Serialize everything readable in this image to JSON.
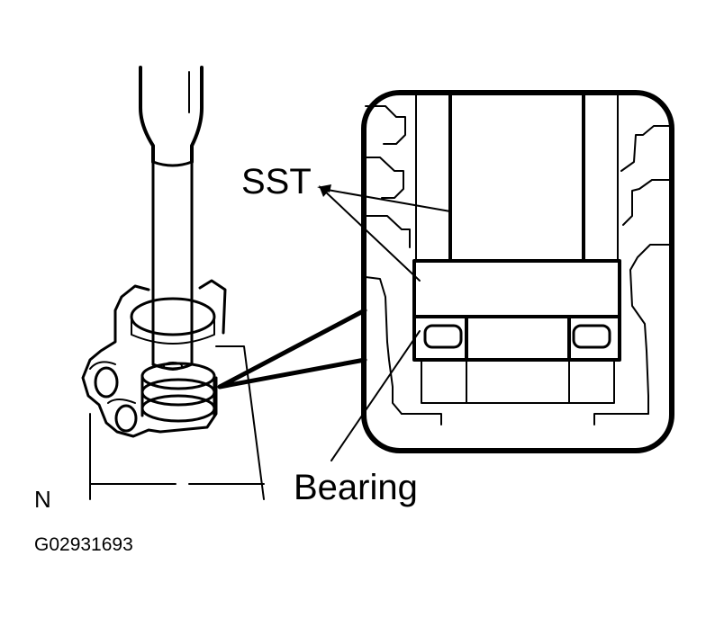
{
  "labels": {
    "sst": "SST",
    "bearing": "Bearing",
    "view_letter": "N",
    "figure_code": "G02931693"
  },
  "colors": {
    "ink": "#000000",
    "paper": "#ffffff"
  }
}
